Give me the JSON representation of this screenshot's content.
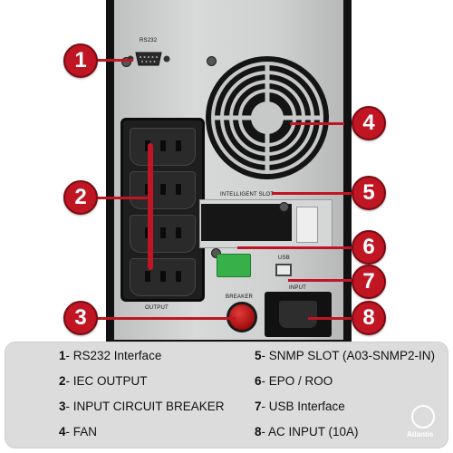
{
  "panel": {
    "rs232_label": "RS232",
    "slot_label": "INTELLIGENT SLOT",
    "usb_label": "USB",
    "output_label": "OUTPUT",
    "breaker_label": "BREAKER",
    "input_label": "INPUT"
  },
  "callouts": [
    "1",
    "2",
    "3",
    "4",
    "5",
    "6",
    "7",
    "8"
  ],
  "legend": {
    "items": [
      {
        "num": "1",
        "text": "- RS232 Interface"
      },
      {
        "num": "2",
        "text": "- IEC OUTPUT"
      },
      {
        "num": "3",
        "text": "- INPUT CIRCUIT BREAKER"
      },
      {
        "num": "4",
        "text": "- FAN"
      },
      {
        "num": "5",
        "text": "- SNMP SLOT (A03-SNMP2-IN)"
      },
      {
        "num": "6",
        "text": "- EPO / ROO"
      },
      {
        "num": "7",
        "text": "- USB Interface"
      },
      {
        "num": "8",
        "text": "- AC INPUT (10A)"
      }
    ]
  },
  "brand": {
    "name": "Atlantis"
  },
  "colors": {
    "callout": "#c01523",
    "legend_bg": "#dcdcdc",
    "panel": "#cfd0d0"
  }
}
